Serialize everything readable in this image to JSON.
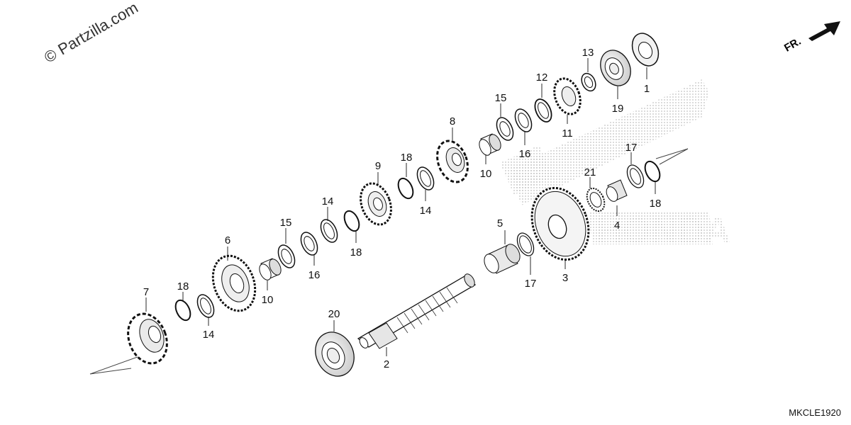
{
  "watermark": "© Partzilla.com",
  "diagram_code": "MKCLE1920",
  "direction_label": "FR.",
  "parts": [
    {
      "no": "1"
    },
    {
      "no": "2"
    },
    {
      "no": "3"
    },
    {
      "no": "4"
    },
    {
      "no": "5"
    },
    {
      "no": "6"
    },
    {
      "no": "7"
    },
    {
      "no": "8"
    },
    {
      "no": "9"
    },
    {
      "no": "10"
    },
    {
      "no": "11"
    },
    {
      "no": "12"
    },
    {
      "no": "13"
    },
    {
      "no": "14"
    },
    {
      "no": "15"
    },
    {
      "no": "16"
    },
    {
      "no": "17"
    },
    {
      "no": "18"
    },
    {
      "no": "19"
    },
    {
      "no": "20"
    },
    {
      "no": "21"
    }
  ]
}
